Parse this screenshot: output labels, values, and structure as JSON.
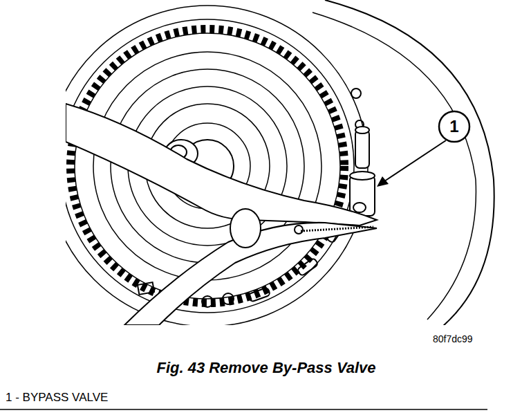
{
  "diagram": {
    "caption": "Fig. 43 Remove By-Pass Valve",
    "labels": [
      "1",
      "80f7dc99",
      "1 - BYPASS VALVE"
    ]
  }
}
